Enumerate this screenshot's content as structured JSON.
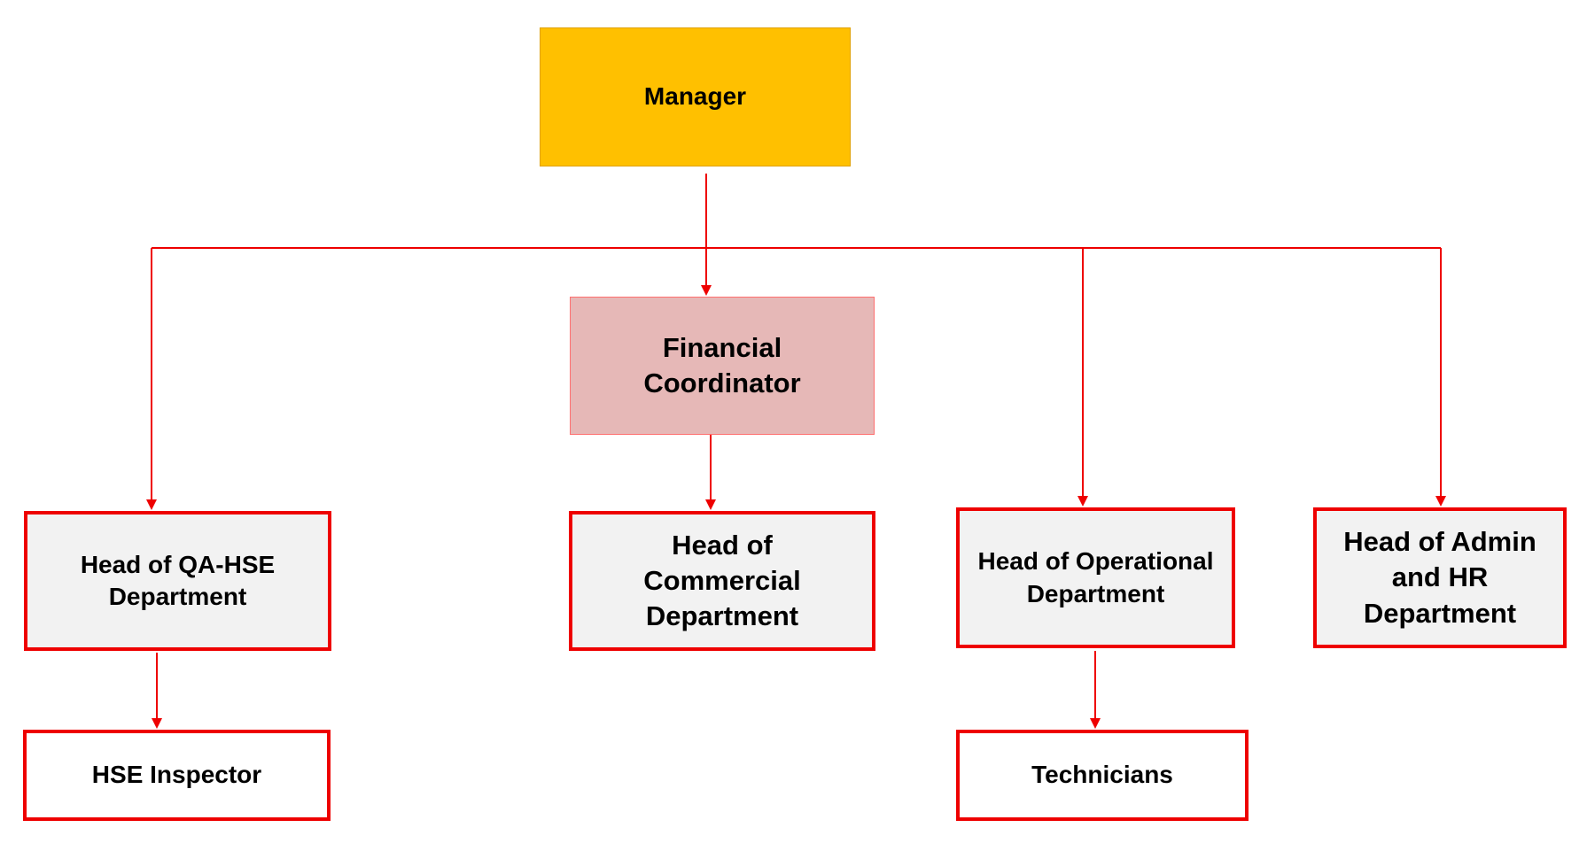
{
  "nodes": {
    "manager": "Manager",
    "financial_coordinator": "Financial\nCoordinator",
    "head_qa_hse": "Head of QA-HSE\nDepartment",
    "head_commercial": "Head of\nCommercial\nDepartment",
    "head_operational": "Head of Operational\nDepartment",
    "head_admin_hr": "Head of Admin\nand HR\nDepartment",
    "hse_inspector": "HSE Inspector",
    "technicians": "Technicians"
  },
  "edges": [
    {
      "from": "manager",
      "to": "financial_coordinator"
    },
    {
      "from": "manager",
      "to": "head_qa_hse"
    },
    {
      "from": "manager",
      "to": "head_operational"
    },
    {
      "from": "manager",
      "to": "head_admin_hr"
    },
    {
      "from": "financial_coordinator",
      "to": "head_commercial"
    },
    {
      "from": "head_qa_hse",
      "to": "hse_inspector"
    },
    {
      "from": "head_operational",
      "to": "technicians"
    }
  ],
  "colors": {
    "connector": "#ee0000",
    "manager_fill": "#ffc000",
    "financial_fill": "#e6b8b7",
    "head_fill": "#f2f2f2",
    "box_border": "#ee0000"
  }
}
